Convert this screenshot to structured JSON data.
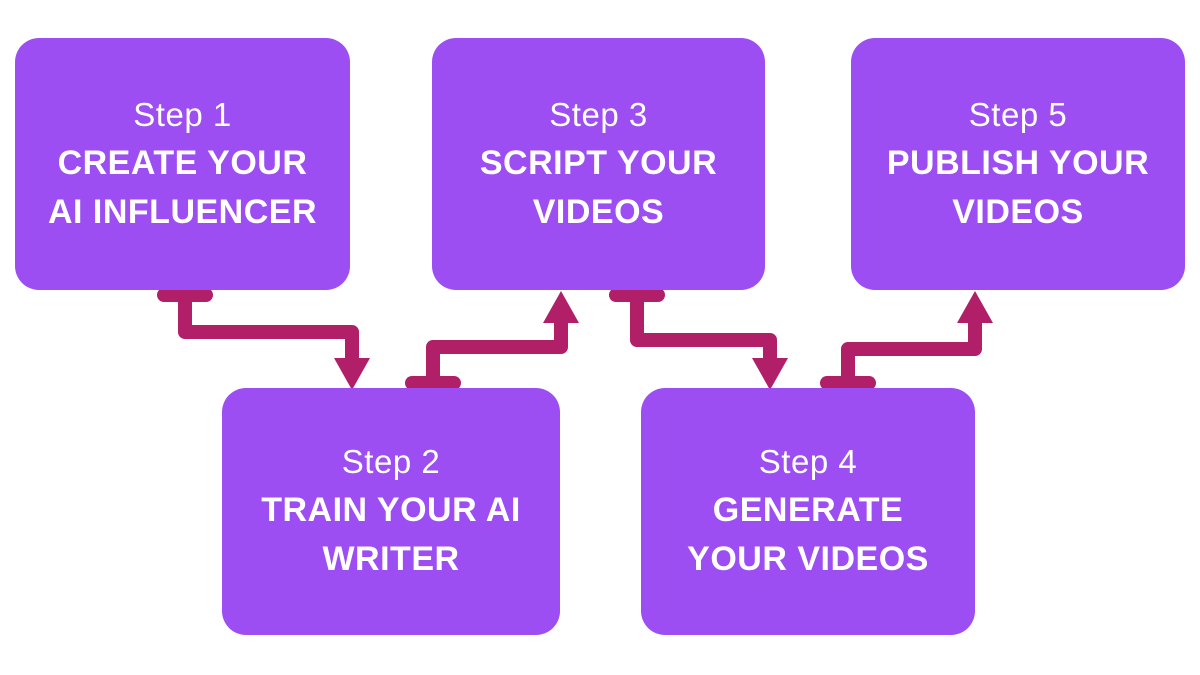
{
  "diagram": {
    "steps": [
      {
        "label": "Step 1",
        "line1": "CREATE YOUR",
        "line2": "AI INFLUENCER"
      },
      {
        "label": "Step 2",
        "line1": "TRAIN YOUR AI",
        "line2": "WRITER"
      },
      {
        "label": "Step 3",
        "line1": "SCRIPT YOUR",
        "line2": "VIDEOS"
      },
      {
        "label": "Step 4",
        "line1": "GENERATE",
        "line2": "YOUR VIDEOS"
      },
      {
        "label": "Step 5",
        "line1": "PUBLISH YOUR",
        "line2": "VIDEOS"
      }
    ],
    "connections": [
      {
        "from": "Step 1",
        "to": "Step 2"
      },
      {
        "from": "Step 2",
        "to": "Step 3"
      },
      {
        "from": "Step 3",
        "to": "Step 4"
      },
      {
        "from": "Step 4",
        "to": "Step 5"
      }
    ],
    "colors": {
      "box": "#9C4EF3",
      "arrow": "#B01F68",
      "text": "#FFFFFF",
      "background": "#FFFFFF"
    }
  }
}
